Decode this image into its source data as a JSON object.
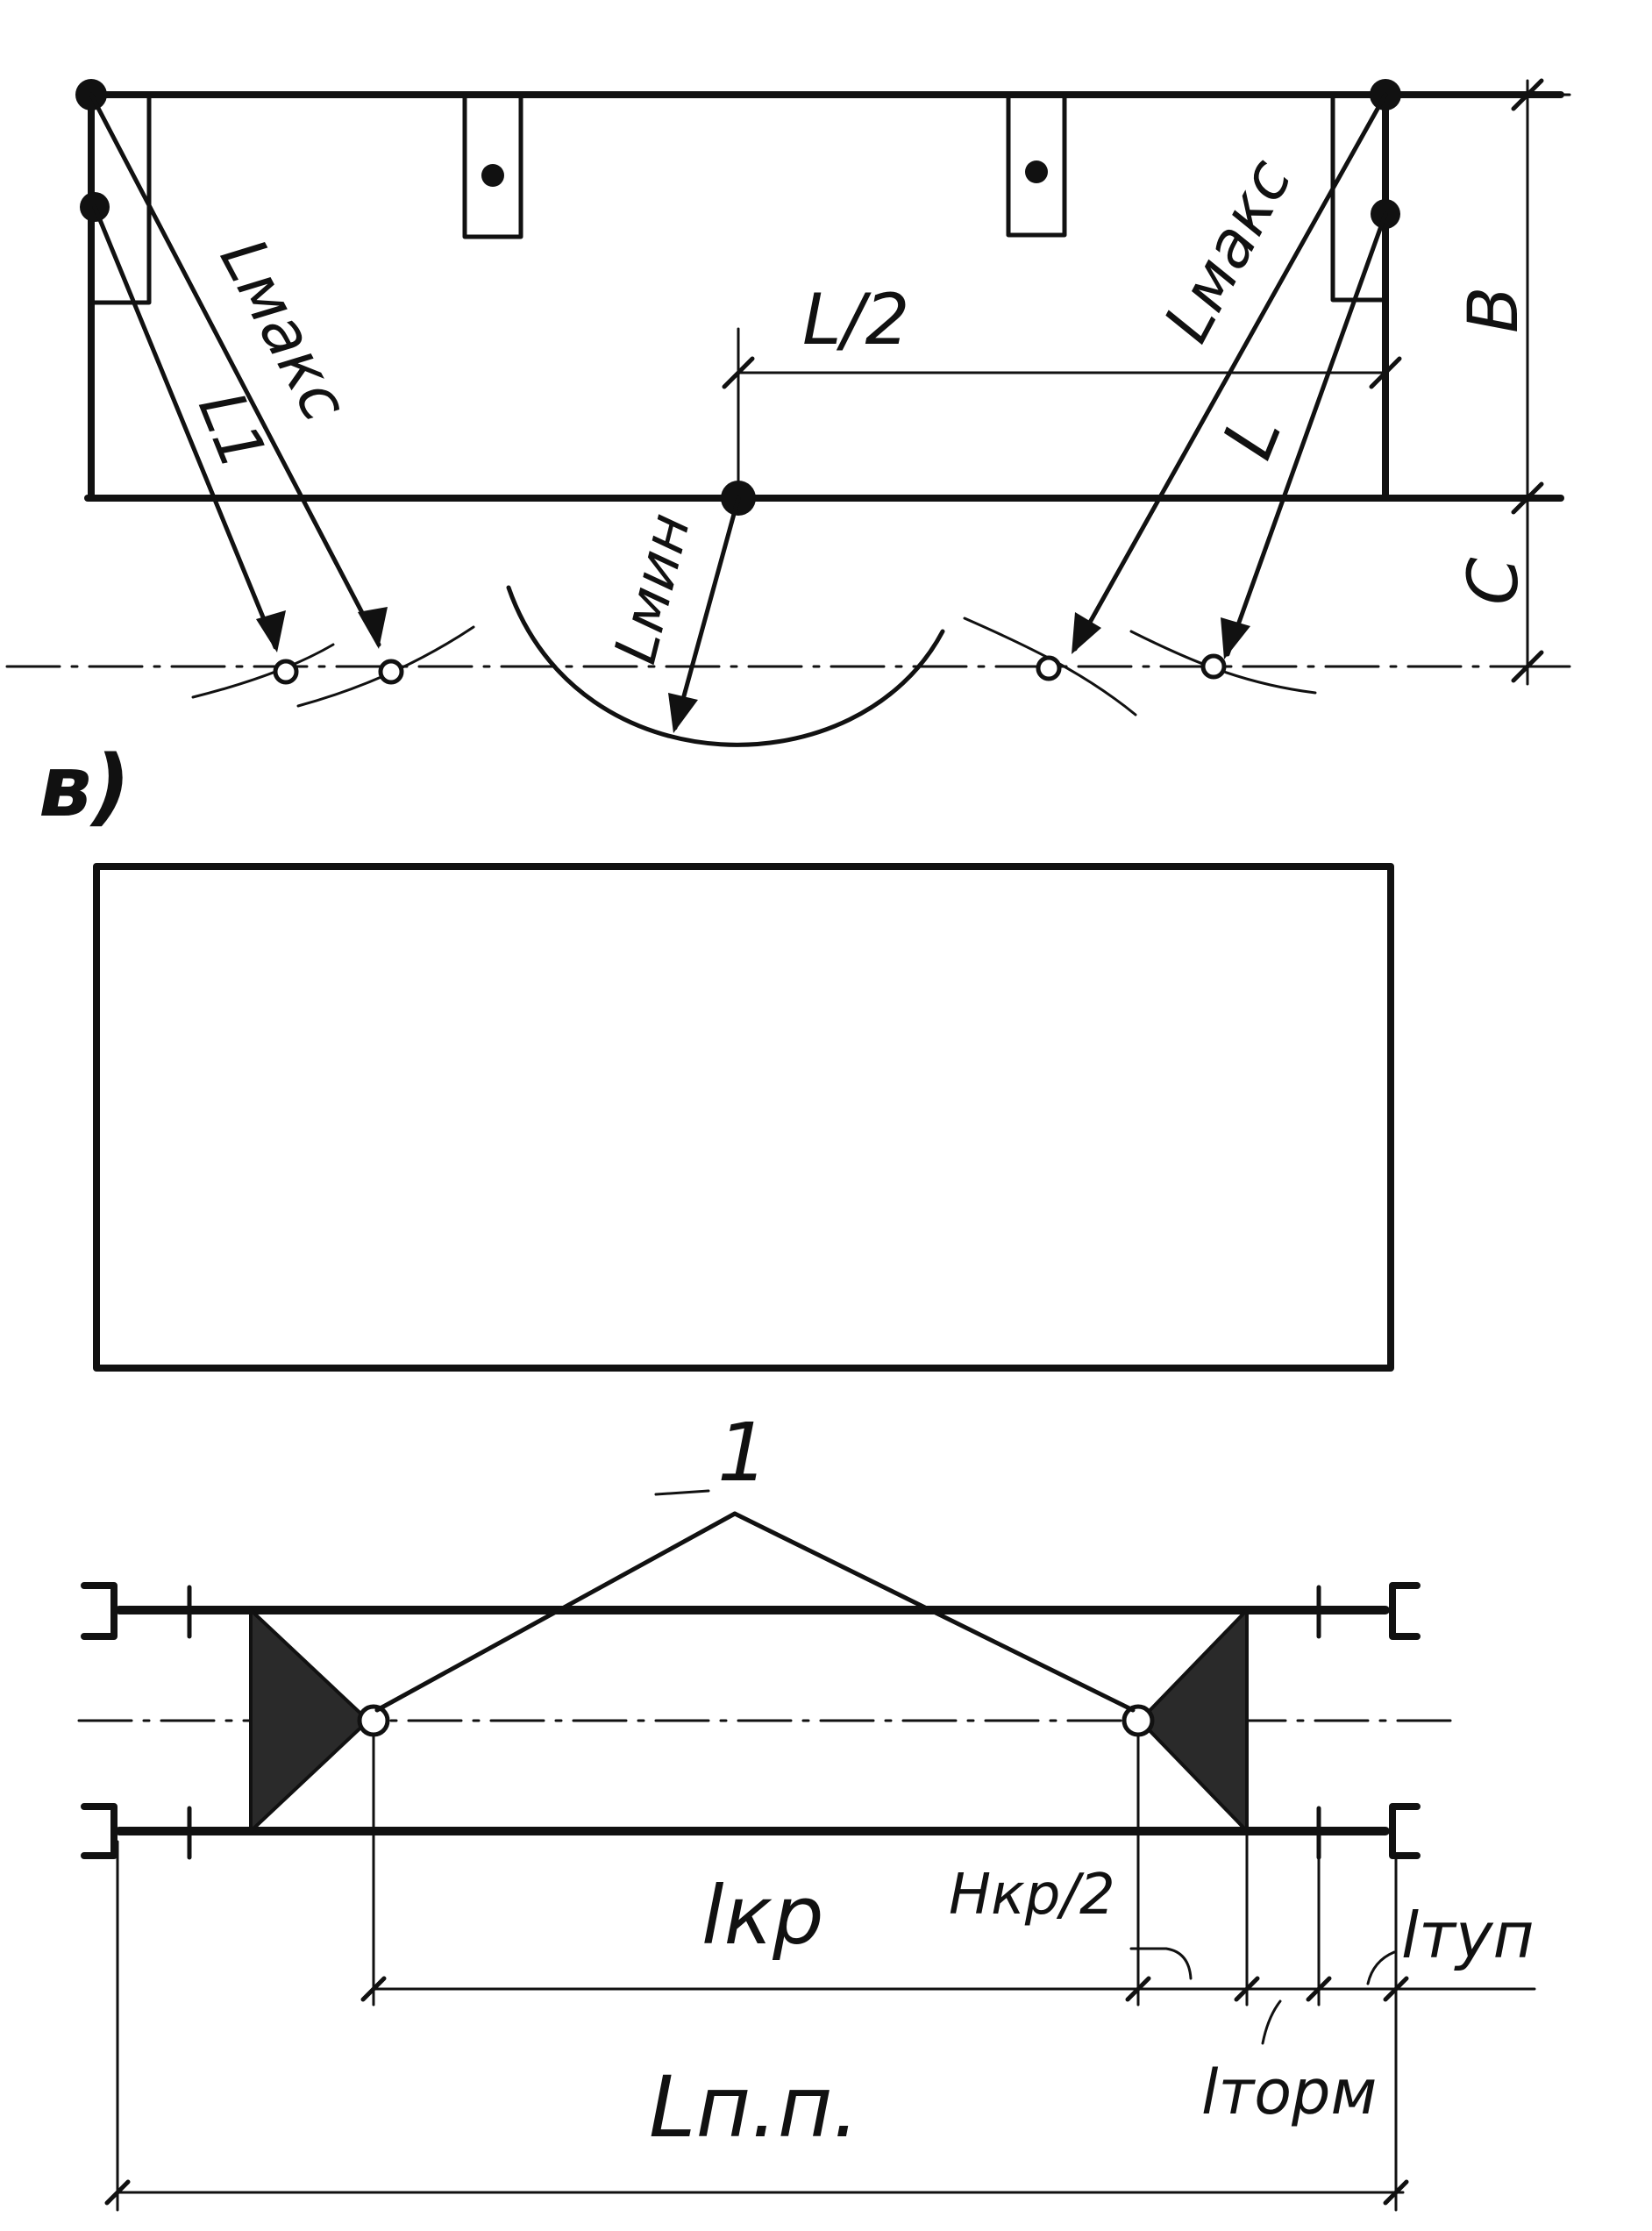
{
  "diagram": {
    "top": {
      "labels": {
        "l_max_left": "Lмакс",
        "l_max_right": "Lмакс",
        "l1": "L1",
        "l_half": "L/2",
        "l": "L",
        "l_min": "Lмин",
        "b": "B",
        "c": "C"
      }
    },
    "middle": {
      "panel_label": "в)"
    },
    "bottom": {
      "labels": {
        "callout": "1",
        "l_kr": "lкр",
        "h_kr_half": "Hкр/2",
        "l_tup": "lтуп",
        "l_torm": "lторм",
        "l_pp": "Lп.п."
      }
    }
  }
}
